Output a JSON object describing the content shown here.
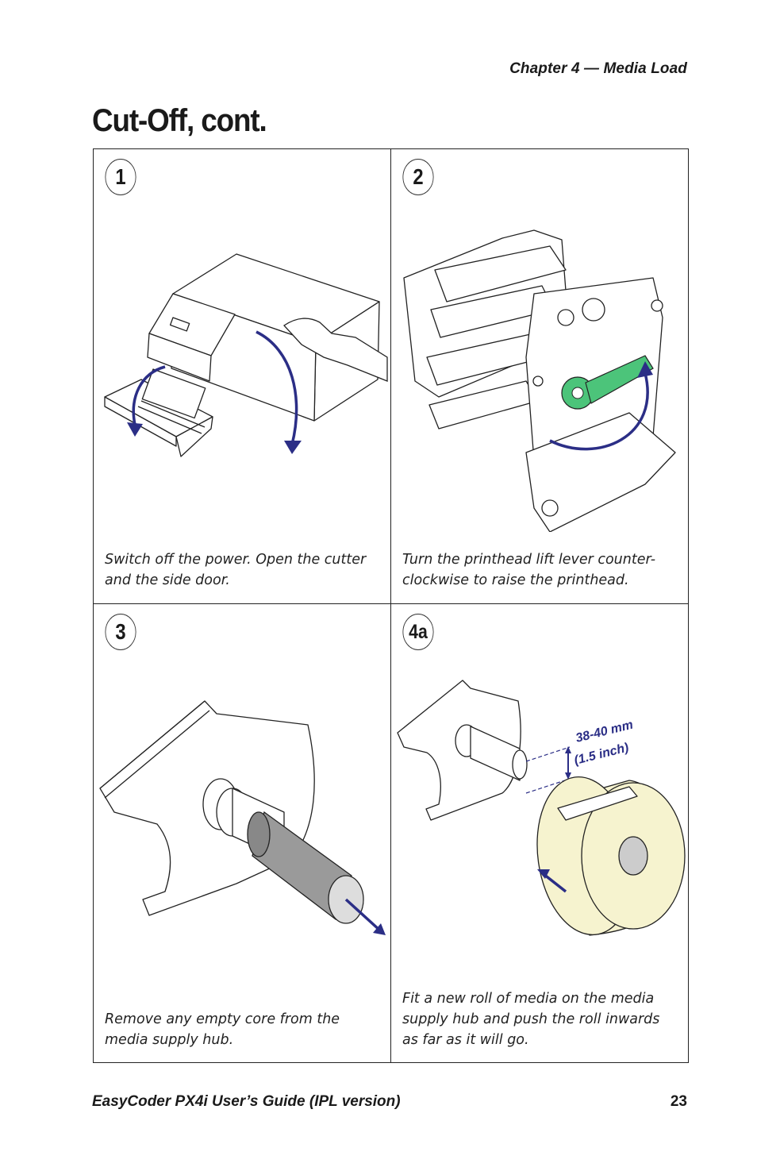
{
  "header": {
    "chapter": "Chapter 4 — Media Load"
  },
  "page": {
    "title": "Cut-Off, cont."
  },
  "steps": [
    {
      "number": "1",
      "caption": "Switch off the power. Open the cutter and the side door."
    },
    {
      "number": "2",
      "caption": "Turn the printhead lift lever counter-clockwise to raise the printhead."
    },
    {
      "number": "3",
      "caption": "Remove any empty core from the media supply hub."
    },
    {
      "number": "4a",
      "caption": "Fit a new roll of media on the media supply hub and push the roll inwards as far as it will go.",
      "dimension": {
        "line1": "38-40 mm",
        "line2": "(1.5 inch)"
      }
    }
  ],
  "colors": {
    "arrow": "#2b2e86",
    "lever": "#4cc47a",
    "media": "#f6f3cf",
    "ink": "#222222"
  },
  "footer": {
    "guide": "EasyCoder PX4i User’s Guide (IPL version)",
    "page_number": "23"
  }
}
